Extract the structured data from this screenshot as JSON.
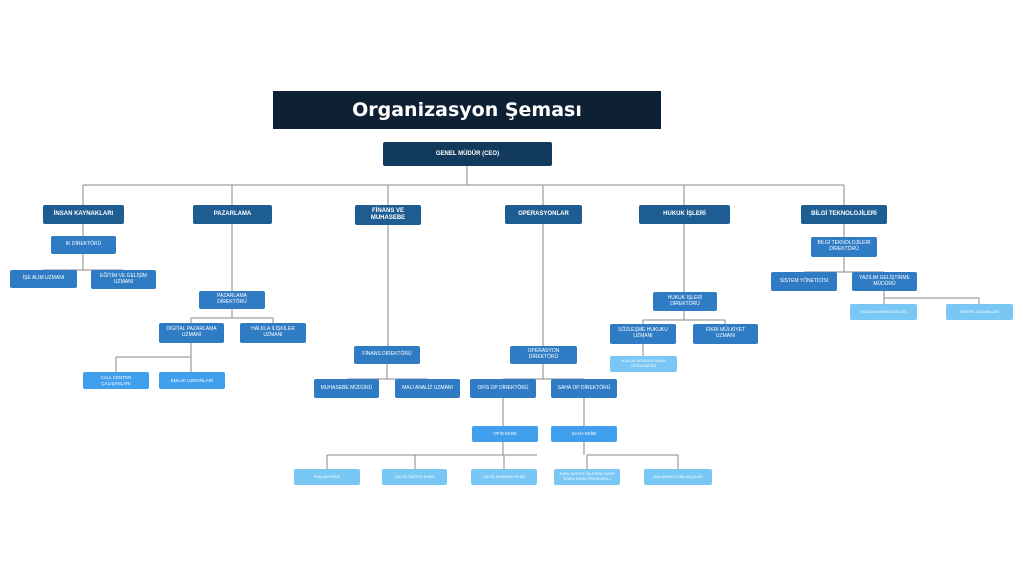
{
  "title": "Organizasyon Şeması",
  "nodes": {
    "ceo": "GENEL MÜDÜR (CEO)",
    "ik": "İNSAN KAYNAKLARI",
    "ik_dir": "IK DİREKTÖRÜ",
    "ise_alim": "İŞE ALIM UZMANI",
    "egitim": "EĞİTİM VE GELİŞİM UZMANI",
    "pazarlama": "PAZARLAMA",
    "pazarlama_dir": "PAZARLAMA DİREKTÖRÜ",
    "dijital": "DİGİTAL PAZARLAMA UZMANI",
    "halkla": "HALKLA İLİŞKİLER UZMANI",
    "call_center": "CALL CENTER ÇALIŞANLARI",
    "emlak_uzman": "EMLAK UZMANLARI",
    "finans": "FİNANS VE MUHASEBE",
    "finans_dir": "FİNANS DİREKTÖRÜ",
    "muhasebe": "MUHASEBE MÜDÜRÜ",
    "mali": "MALİ ANALİZ UZMANI",
    "operasyon": "OPERASYONLAR",
    "op_dir": "OPERASYON DİREKTÖRÜ",
    "ofis_op": "OFİS OP DİREKTÖRÜ",
    "saha_op": "SAHA OP DİREKTÖRÜ",
    "ofis_ekibi": "OFİS EKİBİ",
    "saha_ekibi": "SAHA EKİBİ",
    "ilan_ekibi": "İHALAM EKİBİ",
    "satis_oncesi": "SATIŞ ÖNCESİ EKİBİ",
    "satis_sonrasi": "SATIŞ SONRASI EKİBİ",
    "tapu": "TAPU NOTER İŞLERİNİ TAKİP EDEN SAHA PERSONELİ",
    "anlasmali": "ANLAŞMALI EMLAKÇILAR",
    "hukuk": "HUKUK İŞLERİ",
    "hukuk_dir": "HUKUK İŞLERİ DİREKTÖRÜ",
    "sozlesme": "SÖZLEŞME HUKUKU UZMANI",
    "fikri": "FİKRİ MÜLKİYET UZMANI",
    "hukuk_saha": "HUKUK KONUSU SAHA GÖZLEMCİSİ",
    "bilgi": "BİLGİ TEKNOLOJİLERİ",
    "bilgi_dir": "BİLGİ TEKNOLOJİLERİ DİREKTÖRÜ",
    "sistem": "SİSTEM YÖNETİCİSİ",
    "yazilim": "YAZILIM GELİŞTİRME MÜDÜRÜ",
    "yazilim_muh": "YAZILIM MÜHENDİSLERİ",
    "grafik": "GRAFİK UZMANLARI"
  },
  "colors": {
    "title_bg": "#0e2033",
    "ceo": "#113a5c",
    "dept": "#1e5d92",
    "level2": "#2f7cc4",
    "level3": "#41a0ee",
    "level4": "#78c7f5",
    "connector": "#8a8a8a"
  }
}
